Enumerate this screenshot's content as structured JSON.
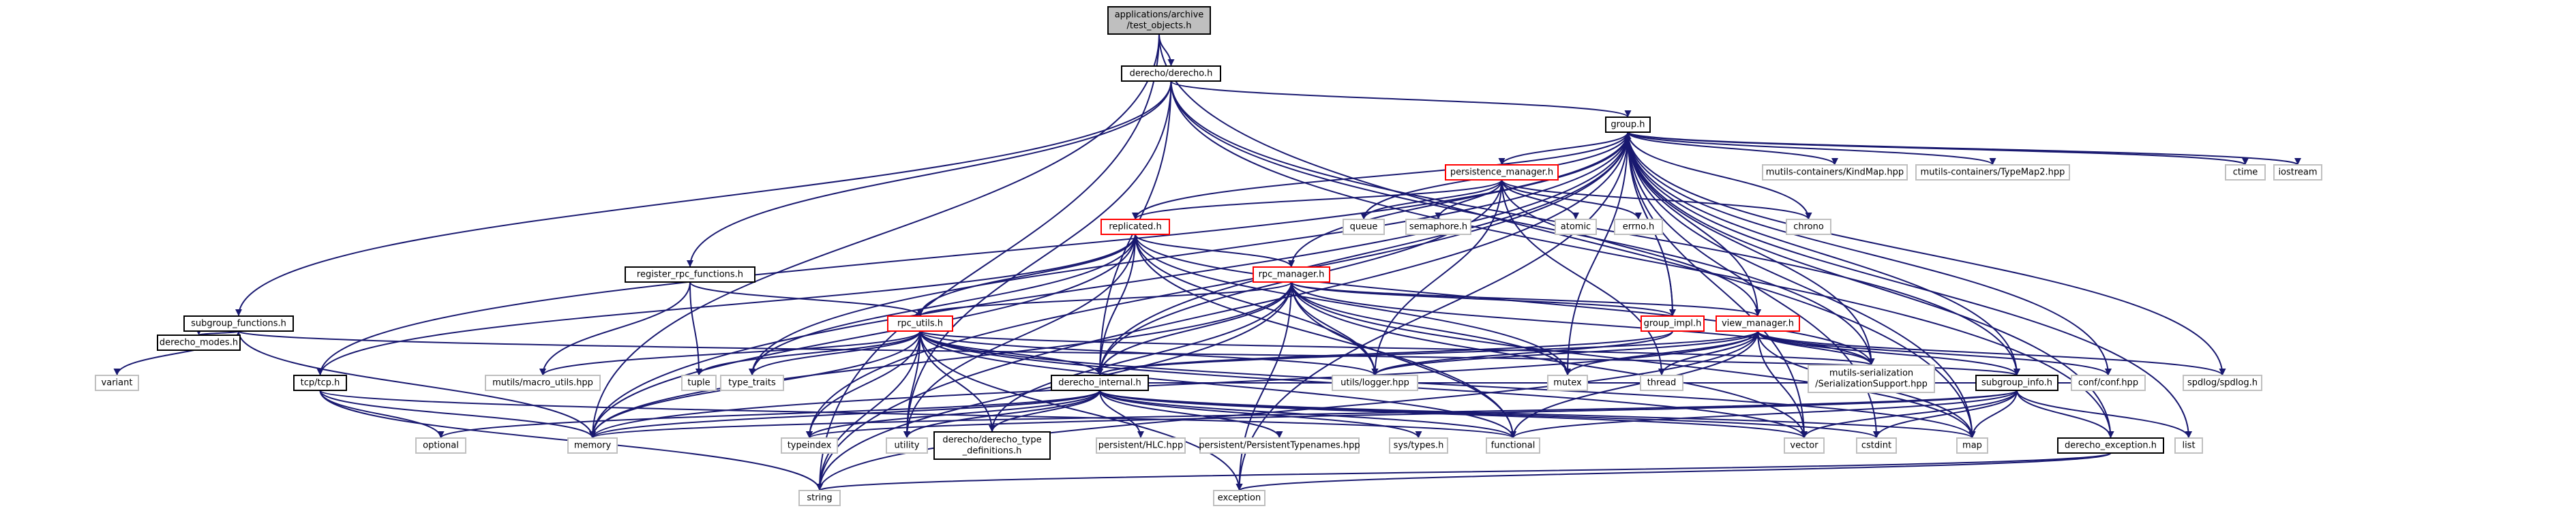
{
  "colors": {
    "edge": "#191970",
    "documented_border": "#000000",
    "external_border": "#bfbfbf",
    "truncated_border": "#ff0000",
    "root_fill": "#bfbfbf"
  },
  "nodes": [
    {
      "id": "root",
      "label": "applications/archive\n/test_objects.h",
      "kind": "root"
    },
    {
      "id": "derecho",
      "label": "derecho/derecho.h",
      "kind": "doc"
    },
    {
      "id": "group",
      "label": "group.h",
      "kind": "doc"
    },
    {
      "id": "persistence",
      "label": "persistence_manager.h",
      "kind": "red"
    },
    {
      "id": "replicated",
      "label": "replicated.h",
      "kind": "red"
    },
    {
      "id": "rpc_manager",
      "label": "rpc_manager.h",
      "kind": "red"
    },
    {
      "id": "register_rpc",
      "label": "register_rpc_functions.h",
      "kind": "doc"
    },
    {
      "id": "rpc_utils",
      "label": "rpc_utils.h",
      "kind": "red"
    },
    {
      "id": "view_manager",
      "label": "view_manager.h",
      "kind": "red"
    },
    {
      "id": "group_impl",
      "label": "group_impl.h",
      "kind": "red"
    },
    {
      "id": "subgroup_functions",
      "label": "subgroup_functions.h",
      "kind": "doc"
    },
    {
      "id": "derecho_modes",
      "label": "derecho_modes.h",
      "kind": "doc"
    },
    {
      "id": "tcp",
      "label": "tcp/tcp.h",
      "kind": "doc"
    },
    {
      "id": "derecho_internal",
      "label": "derecho_internal.h",
      "kind": "doc"
    },
    {
      "id": "subgroup_info",
      "label": "subgroup_info.h",
      "kind": "doc"
    },
    {
      "id": "derecho_type_defs",
      "label": "derecho/derecho_type\n_definitions.h",
      "kind": "doc"
    },
    {
      "id": "derecho_exception",
      "label": "derecho_exception.h",
      "kind": "doc"
    },
    {
      "id": "mutils_serialization",
      "label": "mutils-serialization\n/SerializationSupport.hpp",
      "kind": "ext"
    },
    {
      "id": "kindmap",
      "label": "mutils-containers/KindMap.hpp",
      "kind": "ext"
    },
    {
      "id": "typemap2",
      "label": "mutils-containers/TypeMap2.hpp",
      "kind": "ext"
    },
    {
      "id": "ctime",
      "label": "ctime",
      "kind": "ext"
    },
    {
      "id": "iostream",
      "label": "iostream",
      "kind": "ext"
    },
    {
      "id": "queue",
      "label": "queue",
      "kind": "ext"
    },
    {
      "id": "semaphore",
      "label": "semaphore.h",
      "kind": "ext"
    },
    {
      "id": "atomic",
      "label": "atomic",
      "kind": "ext"
    },
    {
      "id": "errno",
      "label": "errno.h",
      "kind": "ext"
    },
    {
      "id": "chrono",
      "label": "chrono",
      "kind": "ext"
    },
    {
      "id": "variant",
      "label": "variant",
      "kind": "ext"
    },
    {
      "id": "macro_utils",
      "label": "mutils/macro_utils.hpp",
      "kind": "ext"
    },
    {
      "id": "tuple",
      "label": "tuple",
      "kind": "ext"
    },
    {
      "id": "type_traits",
      "label": "type_traits",
      "kind": "ext"
    },
    {
      "id": "logger",
      "label": "utils/logger.hpp",
      "kind": "ext"
    },
    {
      "id": "mutex",
      "label": "mutex",
      "kind": "ext"
    },
    {
      "id": "thread",
      "label": "thread",
      "kind": "ext"
    },
    {
      "id": "conf",
      "label": "conf/conf.hpp",
      "kind": "ext"
    },
    {
      "id": "spdlog",
      "label": "spdlog/spdlog.h",
      "kind": "ext"
    },
    {
      "id": "optional",
      "label": "optional",
      "kind": "ext"
    },
    {
      "id": "memory",
      "label": "memory",
      "kind": "ext"
    },
    {
      "id": "typeindex",
      "label": "typeindex",
      "kind": "ext"
    },
    {
      "id": "utility",
      "label": "utility",
      "kind": "ext"
    },
    {
      "id": "hlc",
      "label": "persistent/HLC.hpp",
      "kind": "ext"
    },
    {
      "id": "ptypenames",
      "label": "persistent/PersistentTypenames.hpp",
      "kind": "ext"
    },
    {
      "id": "systypes",
      "label": "sys/types.h",
      "kind": "ext"
    },
    {
      "id": "functional",
      "label": "functional",
      "kind": "ext"
    },
    {
      "id": "vector",
      "label": "vector",
      "kind": "ext"
    },
    {
      "id": "map",
      "label": "map",
      "kind": "ext"
    },
    {
      "id": "cstdint",
      "label": "cstdint",
      "kind": "ext"
    },
    {
      "id": "list",
      "label": "list",
      "kind": "ext"
    },
    {
      "id": "string",
      "label": "string",
      "kind": "ext"
    },
    {
      "id": "exception",
      "label": "exception",
      "kind": "ext"
    }
  ],
  "edges": [
    [
      "root",
      "derecho"
    ],
    [
      "root",
      "string"
    ],
    [
      "root",
      "memory"
    ],
    [
      "root",
      "map"
    ],
    [
      "derecho",
      "group"
    ],
    [
      "derecho",
      "register_rpc"
    ],
    [
      "derecho",
      "subgroup_functions"
    ],
    [
      "derecho",
      "derecho_internal"
    ],
    [
      "derecho",
      "subgroup_info"
    ],
    [
      "derecho",
      "derecho_exception"
    ],
    [
      "derecho",
      "mutils_serialization"
    ],
    [
      "derecho",
      "utility"
    ],
    [
      "group",
      "persistence"
    ],
    [
      "group",
      "replicated"
    ],
    [
      "group",
      "rpc_manager"
    ],
    [
      "group",
      "view_manager"
    ],
    [
      "group",
      "group_impl"
    ],
    [
      "group",
      "tcp"
    ],
    [
      "group",
      "derecho_internal"
    ],
    [
      "group",
      "subgroup_info"
    ],
    [
      "group",
      "kindmap"
    ],
    [
      "group",
      "typemap2"
    ],
    [
      "group",
      "ctime"
    ],
    [
      "group",
      "iostream"
    ],
    [
      "group",
      "queue"
    ],
    [
      "group",
      "chrono"
    ],
    [
      "group",
      "spdlog"
    ],
    [
      "group",
      "conf"
    ],
    [
      "group",
      "mutex"
    ],
    [
      "group",
      "type_traits"
    ],
    [
      "group",
      "memory"
    ],
    [
      "group",
      "typeindex"
    ],
    [
      "group",
      "vector"
    ],
    [
      "group",
      "map"
    ],
    [
      "group",
      "cstdint"
    ],
    [
      "group",
      "list"
    ],
    [
      "group",
      "string"
    ],
    [
      "group",
      "exception"
    ],
    [
      "group",
      "derecho_exception"
    ],
    [
      "group",
      "mutils_serialization"
    ],
    [
      "persistence",
      "replicated"
    ],
    [
      "persistence",
      "queue"
    ],
    [
      "persistence",
      "semaphore"
    ],
    [
      "persistence",
      "atomic"
    ],
    [
      "persistence",
      "errno"
    ],
    [
      "persistence",
      "chrono"
    ],
    [
      "persistence",
      "thread"
    ],
    [
      "persistence",
      "logger"
    ],
    [
      "persistence",
      "derecho_internal"
    ],
    [
      "persistence",
      "view_manager"
    ],
    [
      "replicated",
      "rpc_manager"
    ],
    [
      "replicated",
      "rpc_utils"
    ],
    [
      "replicated",
      "tcp"
    ],
    [
      "replicated",
      "derecho_internal"
    ],
    [
      "replicated",
      "mutils_serialization"
    ],
    [
      "replicated",
      "type_traits"
    ],
    [
      "replicated",
      "memory"
    ],
    [
      "replicated",
      "utility"
    ],
    [
      "replicated",
      "functional"
    ],
    [
      "replicated",
      "mutex"
    ],
    [
      "replicated",
      "logger"
    ],
    [
      "rpc_manager",
      "rpc_utils"
    ],
    [
      "rpc_manager",
      "view_manager"
    ],
    [
      "rpc_manager",
      "group_impl"
    ],
    [
      "rpc_manager",
      "derecho_internal"
    ],
    [
      "rpc_manager",
      "derecho_type_defs"
    ],
    [
      "rpc_manager",
      "mutils_serialization"
    ],
    [
      "rpc_manager",
      "logger"
    ],
    [
      "rpc_manager",
      "mutex"
    ],
    [
      "rpc_manager",
      "functional"
    ],
    [
      "rpc_manager",
      "map"
    ],
    [
      "rpc_manager",
      "vector"
    ],
    [
      "rpc_manager",
      "string"
    ],
    [
      "rpc_manager",
      "memory"
    ],
    [
      "rpc_manager",
      "exception"
    ],
    [
      "register_rpc",
      "rpc_utils"
    ],
    [
      "register_rpc",
      "macro_utils"
    ],
    [
      "register_rpc",
      "tuple"
    ],
    [
      "rpc_utils",
      "derecho_internal"
    ],
    [
      "rpc_utils",
      "derecho_type_defs"
    ],
    [
      "rpc_utils",
      "mutils_serialization"
    ],
    [
      "rpc_utils",
      "logger"
    ],
    [
      "rpc_utils",
      "macro_utils"
    ],
    [
      "rpc_utils",
      "tuple"
    ],
    [
      "rpc_utils",
      "type_traits"
    ],
    [
      "rpc_utils",
      "memory"
    ],
    [
      "rpc_utils",
      "typeindex"
    ],
    [
      "rpc_utils",
      "utility"
    ],
    [
      "rpc_utils",
      "functional"
    ],
    [
      "rpc_utils",
      "string"
    ],
    [
      "rpc_utils",
      "exception"
    ],
    [
      "rpc_utils",
      "vector"
    ],
    [
      "rpc_utils",
      "map"
    ],
    [
      "view_manager",
      "derecho_internal"
    ],
    [
      "view_manager",
      "subgroup_info"
    ],
    [
      "view_manager",
      "mutils_serialization"
    ],
    [
      "view_manager",
      "conf"
    ],
    [
      "view_manager",
      "spdlog"
    ],
    [
      "view_manager",
      "logger"
    ],
    [
      "view_manager",
      "mutex"
    ],
    [
      "view_manager",
      "thread"
    ],
    [
      "view_manager",
      "vector"
    ],
    [
      "view_manager",
      "map"
    ],
    [
      "view_manager",
      "functional"
    ],
    [
      "view_manager",
      "string"
    ],
    [
      "view_manager",
      "memory"
    ],
    [
      "group_impl",
      "group"
    ],
    [
      "group_impl",
      "derecho_internal"
    ],
    [
      "group_impl",
      "logger"
    ],
    [
      "subgroup_functions",
      "variant"
    ],
    [
      "subgroup_functions",
      "derecho_modes"
    ],
    [
      "subgroup_functions",
      "subgroup_info"
    ],
    [
      "subgroup_functions",
      "memory"
    ],
    [
      "tcp",
      "optional"
    ],
    [
      "tcp",
      "string"
    ],
    [
      "tcp",
      "functional"
    ],
    [
      "tcp",
      "memory"
    ],
    [
      "derecho_internal",
      "derecho_type_defs"
    ],
    [
      "derecho_internal",
      "hlc"
    ],
    [
      "derecho_internal",
      "ptypenames"
    ],
    [
      "derecho_internal",
      "systypes"
    ],
    [
      "derecho_internal",
      "optional"
    ],
    [
      "derecho_internal",
      "memory"
    ],
    [
      "derecho_internal",
      "typeindex"
    ],
    [
      "derecho_internal",
      "utility"
    ],
    [
      "derecho_internal",
      "functional"
    ],
    [
      "derecho_internal",
      "vector"
    ],
    [
      "derecho_internal",
      "map"
    ],
    [
      "derecho_internal",
      "cstdint"
    ],
    [
      "derecho_internal",
      "conf"
    ],
    [
      "subgroup_info",
      "derecho_exception"
    ],
    [
      "subgroup_info",
      "functional"
    ],
    [
      "subgroup_info",
      "vector"
    ],
    [
      "subgroup_info",
      "map"
    ],
    [
      "subgroup_info",
      "cstdint"
    ],
    [
      "subgroup_info",
      "list"
    ],
    [
      "subgroup_info",
      "typeindex"
    ],
    [
      "subgroup_info",
      "memory"
    ],
    [
      "derecho_exception",
      "exception"
    ],
    [
      "derecho_exception",
      "string"
    ]
  ]
}
